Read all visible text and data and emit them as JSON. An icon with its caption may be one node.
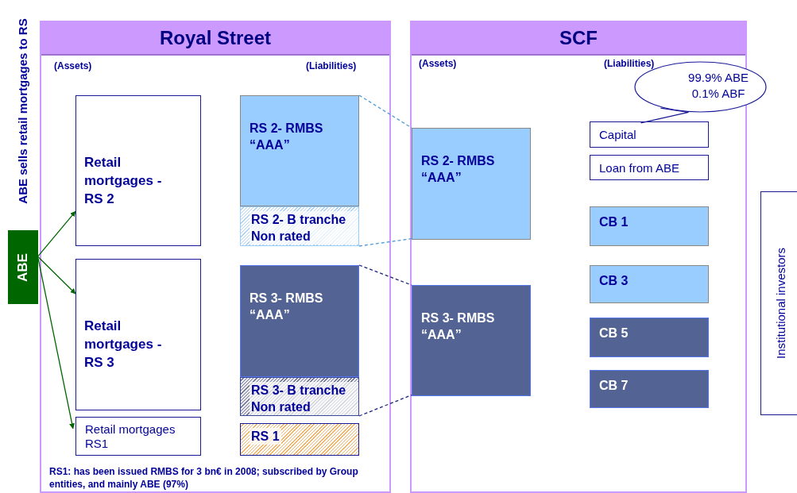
{
  "diagram": {
    "nodes": [
      {
        "text": [
          "Royal Street"
        ]
      },
      {
        "text": [
          "SCF"
        ]
      },
      {
        "text": [
          "ABE"
        ]
      },
      {
        "text": [
          "Retail mortgages - RS 2"
        ],
        "in": 0
      },
      {
        "text": [
          "Retail mortgages - RS 3"
        ],
        "in": 0
      },
      {
        "text": [
          "Retail mortgages RS1"
        ],
        "in": 0
      },
      {
        "text": [
          "RS 2- RMBS “AAA”"
        ],
        "in": 0
      },
      {
        "text": [
          "RS 2- B tranche Non rated"
        ],
        "in": 0
      },
      {
        "text": [
          "RS 3- RMBS “AAA”"
        ],
        "in": 0
      },
      {
        "text": [
          "RS 3- B tranche Non rated"
        ],
        "in": 0
      },
      {
        "text": [
          "RS 1"
        ],
        "in": 0
      },
      {
        "text": [
          "RS 2- RMBS “AAA”"
        ],
        "in": 1
      },
      {
        "text": [
          "RS 3- RMBS “AAA”"
        ],
        "in": 1
      },
      {
        "text": [
          "99.9% ABE 0.1% ABF"
        ]
      },
      {
        "text": [
          "Capital"
        ],
        "in": 1
      },
      {
        "text": [
          "Loan from ABE"
        ],
        "in": 1
      },
      {
        "text": [
          "CB 1"
        ],
        "in": 1
      },
      {
        "text": [
          "CB 3"
        ],
        "in": 1
      },
      {
        "text": [
          "CB 5"
        ],
        "in": 1
      },
      {
        "text": [
          "CB 7"
        ],
        "in": 1
      },
      {
        "text": [
          "Institutional investors"
        ]
      }
    ],
    "edges": [
      {
        "from": 2,
        "to": 3,
        "arrow": "to",
        "color": "#006600"
      },
      {
        "from": 2,
        "to": 4,
        "arrow": "to",
        "color": "#006600"
      },
      {
        "from": 2,
        "to": 5,
        "arrow": "to",
        "color": "#006600"
      },
      {
        "from": 6,
        "to": 11,
        "arrow": "none",
        "style": "dashed",
        "color": "#4f9ad6"
      },
      {
        "from": 7,
        "to": 11,
        "arrow": "none",
        "style": "dashed",
        "color": "#4f9ad6"
      },
      {
        "from": 8,
        "to": 12,
        "arrow": "none",
        "style": "dashed",
        "color": "#1a237e"
      },
      {
        "from": 9,
        "to": 12,
        "arrow": "none",
        "style": "dashed",
        "color": "#1a237e"
      },
      {
        "from": 13,
        "to": 14,
        "arrow": "none",
        "color": "#1a1a99"
      }
    ],
    "labels": [
      "ABE sells retail mortgages to RS",
      "(Assets)",
      "(Liabilities)",
      "(Assets)",
      "(Liabilities)",
      "RS1: has been issued RMBS for 3 bn€ in 2008; subscribed by Group entities, and mainly ABE (97%)"
    ]
  }
}
